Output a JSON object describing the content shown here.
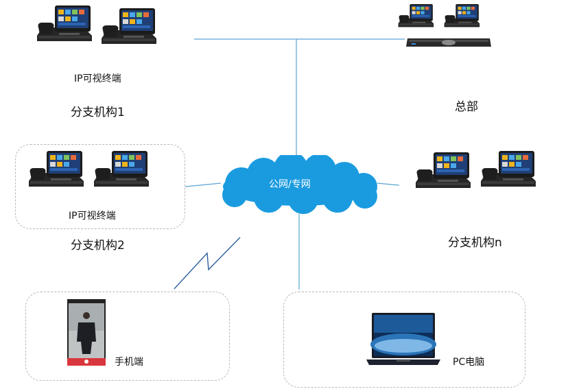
{
  "diagram": {
    "center": {
      "label": "公网/专网",
      "color": "#1a9be0"
    },
    "branch1": {
      "terminal_label": "IP可视终端",
      "name": "分支机构1"
    },
    "hq": {
      "name": "总部"
    },
    "branch2": {
      "terminal_label": "IP可视终端",
      "name": "分支机构2"
    },
    "branchn": {
      "name": "分支机构n"
    },
    "mobile": {
      "label": "手机端"
    },
    "pc": {
      "label": "PC电脑"
    },
    "line_color": "#5aa3d2",
    "panel_border_color": "#b8b8b8"
  }
}
